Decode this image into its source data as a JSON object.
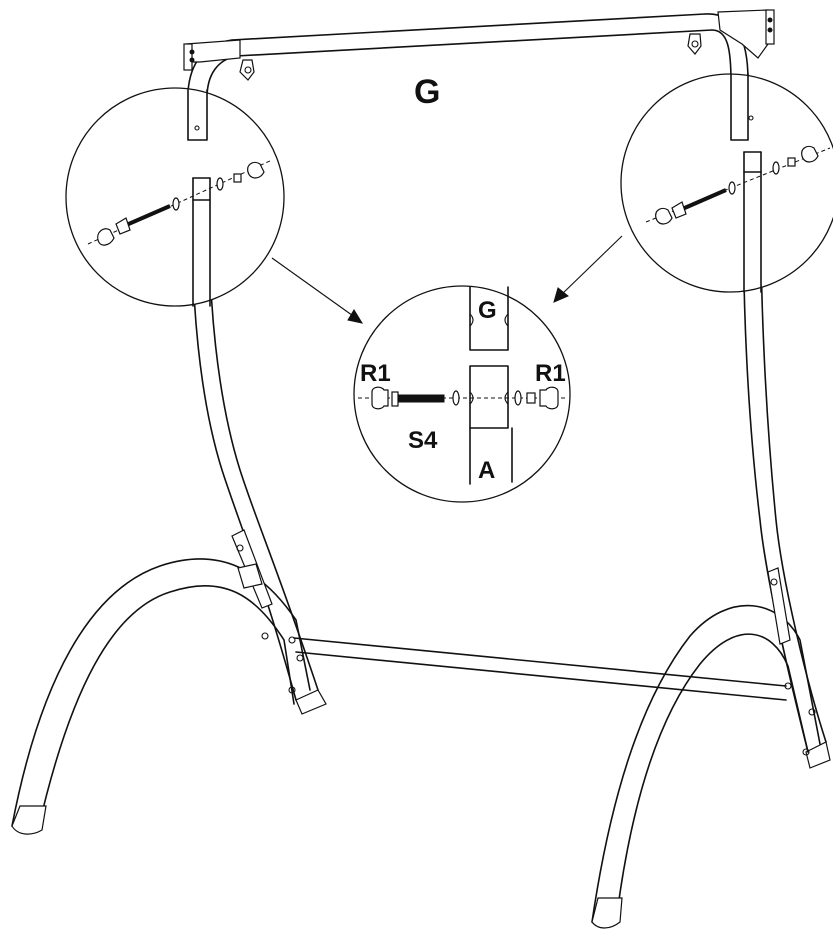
{
  "labels": {
    "main_part": "G",
    "detail_top": "G",
    "detail_bottom": "A",
    "cap_left": "R1",
    "cap_right": "R1",
    "bolt": "S4"
  }
}
